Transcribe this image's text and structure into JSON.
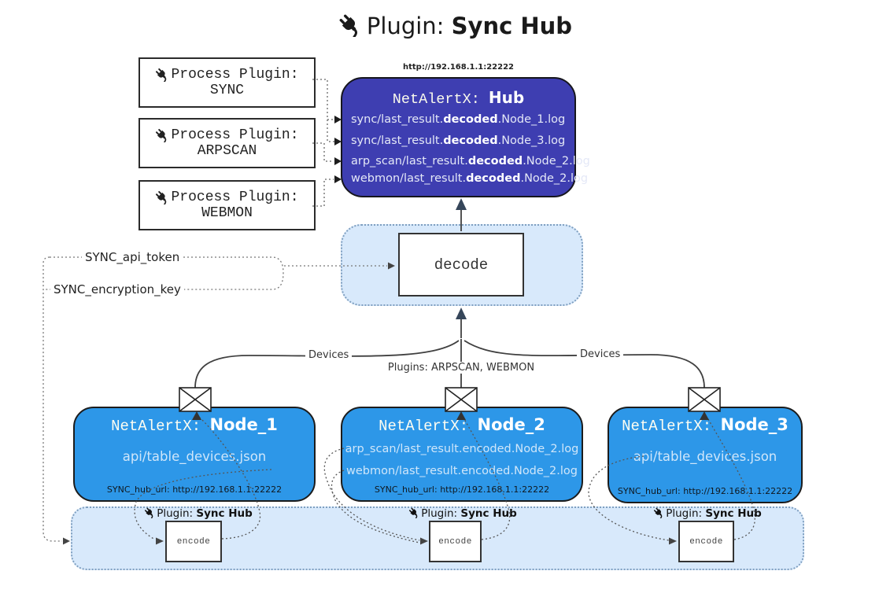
{
  "title": {
    "icon": "plug-icon",
    "prefix": "Plugin: ",
    "name": "Sync Hub"
  },
  "process_plugins": [
    {
      "icon": "plug-icon",
      "label": "Process Plugin:",
      "name": "SYNC"
    },
    {
      "icon": "plug-icon",
      "label": "Process Plugin:",
      "name": "ARPSCAN"
    },
    {
      "icon": "plug-icon",
      "label": "Process Plugin:",
      "name": "WEBMON"
    }
  ],
  "hub": {
    "url": "http://192.168.1.1:22222",
    "title_prefix": "NetAlertX: ",
    "title_name": "Hub",
    "logs": [
      {
        "pre": "sync/last_result.",
        "bold": "decoded",
        "post": ".Node_1.log"
      },
      {
        "pre": "sync/last_result.",
        "bold": "decoded",
        "post": ".Node_3.log"
      },
      {
        "pre": "arp_scan/last_result.",
        "bold": "decoded",
        "post": ".Node_2.log"
      },
      {
        "pre": "webmon/last_result.",
        "bold": "decoded",
        "post": ".Node_2.log"
      }
    ]
  },
  "decode_label": "decode",
  "config": {
    "api_token": "SYNC_api_token",
    "encryption_key": "SYNC_encryption_key"
  },
  "edge_labels": {
    "devices_left": "Devices",
    "devices_right": "Devices",
    "plugins_mid": "Plugins: ARPSCAN, WEBMON"
  },
  "nodes": [
    {
      "title_prefix": "NetAlertX: ",
      "title_name": "Node_1",
      "files": [
        "api/table_devices.json"
      ],
      "hub_url": "SYNC_hub_url: http://192.168.1.1:22222"
    },
    {
      "title_prefix": "NetAlertX: ",
      "title_name": "Node_2",
      "files": [
        "arp_scan/last_result.encoded.Node_2.log",
        "webmon/last_result.encoded.Node_2.log"
      ],
      "hub_url": "SYNC_hub_url: http://192.168.1.1:22222"
    },
    {
      "title_prefix": "NetAlertX: ",
      "title_name": "Node_3",
      "files": [
        "api/table_devices.json"
      ],
      "hub_url": "SYNC_hub_url: http://192.168.1.1:22222"
    }
  ],
  "encode_section": {
    "plugin_prefix": "Plugin: ",
    "plugin_name": "Sync Hub",
    "encode_label": "encode"
  },
  "colors": {
    "hub_fill": "#3e3eb1",
    "node_fill": "#2d97e8",
    "panel_fill": "#d8e9fb",
    "panel_border": "#7f9fc0",
    "line": "#404040",
    "arrow_dark": "#36465a"
  }
}
